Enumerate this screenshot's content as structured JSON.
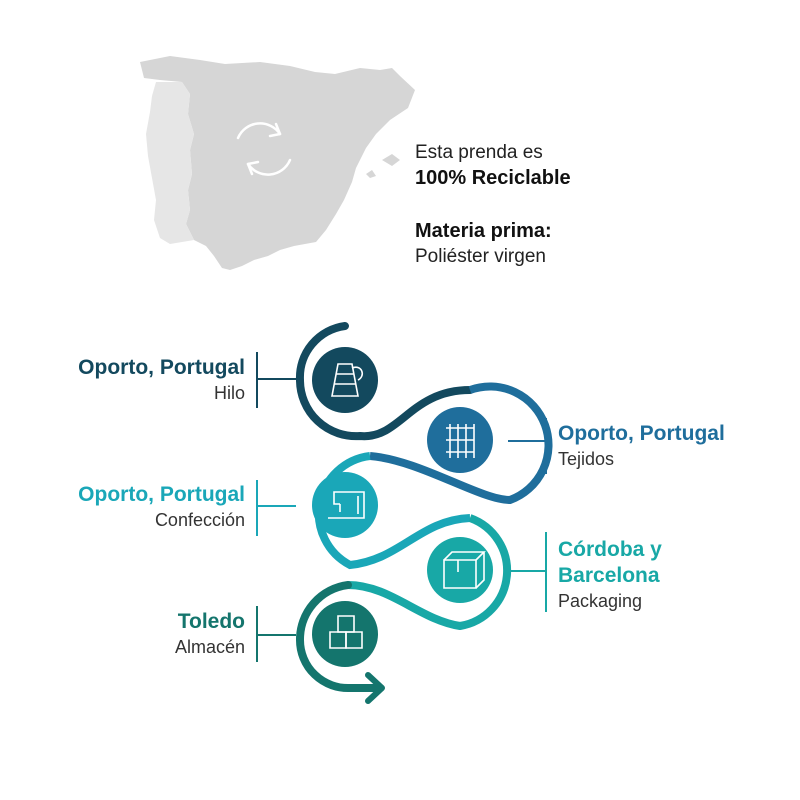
{
  "info": {
    "line1": "Esta prenda es",
    "line2": "100% Reciclable",
    "line3": "Materia prima:",
    "line4": "Poliéster virgen"
  },
  "stages": [
    {
      "place": "Oporto, Portugal",
      "step": "Hilo",
      "icon": "thread-cone-icon",
      "color": "#13495e"
    },
    {
      "place": "Oporto, Portugal",
      "step": "Tejidos",
      "icon": "fabric-weave-icon",
      "color": "#1f6e9c"
    },
    {
      "place": "Oporto, Portugal",
      "step": "Confección",
      "icon": "sewing-machine-icon",
      "color": "#1aa7b8"
    },
    {
      "place": "Córdoba y Barcelona",
      "place_line1": "Córdoba y",
      "place_line2": "Barcelona",
      "step": "Packaging",
      "icon": "box-icon",
      "color": "#18a8a6"
    },
    {
      "place": "Toledo",
      "step": "Almacén",
      "icon": "stacked-boxes-icon",
      "color": "#14756d"
    }
  ],
  "colors": {
    "map_spain": "#d6d6d6",
    "map_portugal": "#e6e6e6",
    "recycle_icon": "#ffffff"
  }
}
